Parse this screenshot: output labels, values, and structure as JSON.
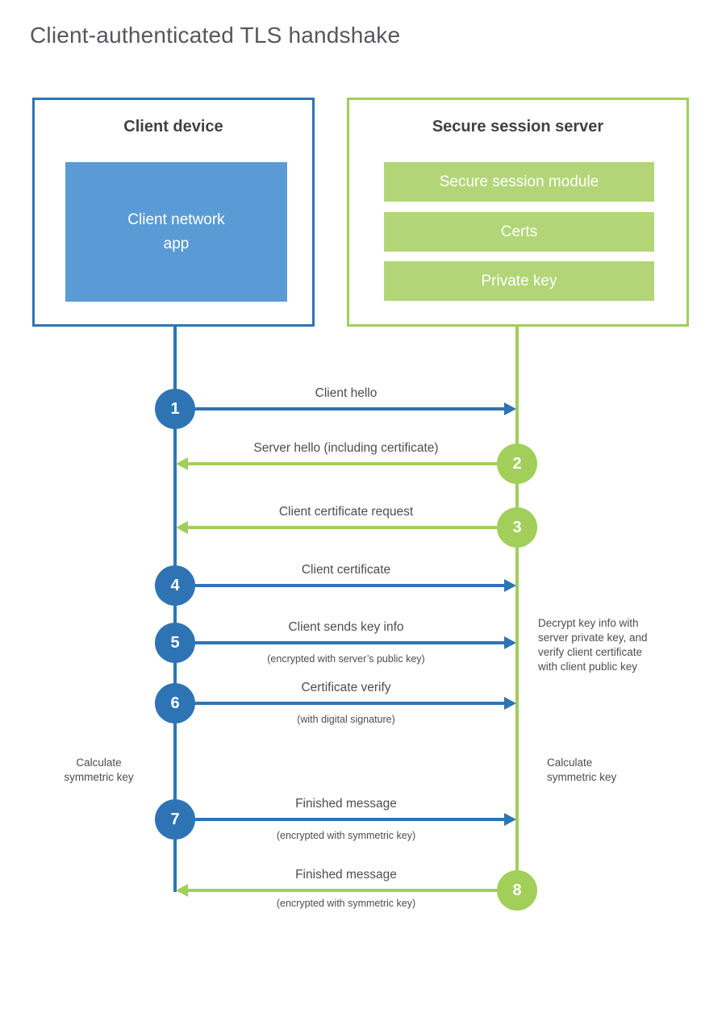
{
  "title": "Client-authenticated TLS handshake",
  "colors": {
    "blue": "#2e74b5",
    "blue-fill": "#5b9bd5",
    "green": "#a2ce5a",
    "green-fill": "#b2d677",
    "heading": "#3f4245",
    "text": "#4b4d50",
    "title-color": "#55575c"
  },
  "client_box": {
    "title": "Client device",
    "app_label": "Client network\napp"
  },
  "server_box": {
    "title": "Secure session server",
    "modules": [
      "Secure session module",
      "Certs",
      "Private key"
    ]
  },
  "steps": [
    {
      "number": "1",
      "actor": "client",
      "direction": "right",
      "label": "Client hello"
    },
    {
      "number": "2",
      "actor": "server",
      "direction": "left",
      "label": "Server hello (including certificate)"
    },
    {
      "number": "3",
      "actor": "server",
      "direction": "left",
      "label": "Client certificate request"
    },
    {
      "number": "4",
      "actor": "client",
      "direction": "right",
      "label": "Client certificate"
    },
    {
      "number": "5",
      "actor": "client",
      "direction": "right",
      "label": "Client sends key info",
      "sub": "(encrypted with server’s public key)"
    },
    {
      "number": "6",
      "actor": "client",
      "direction": "right",
      "label": "Certificate verify",
      "sub": "(with digital signature)"
    },
    {
      "number": "7",
      "actor": "client",
      "direction": "right",
      "label": "Finished message",
      "sub": "(encrypted with symmetric key)"
    },
    {
      "number": "8",
      "actor": "server",
      "direction": "left",
      "label": "Finished message",
      "sub": "(encrypted with symmetric key)"
    }
  ],
  "notes": {
    "decrypt": "Decrypt key info with\nserver private key, and\nverify client certificate\nwith client public key",
    "calc_left": "Calculate\nsymmetric key",
    "calc_right": "Calculate\nsymmetric key"
  }
}
